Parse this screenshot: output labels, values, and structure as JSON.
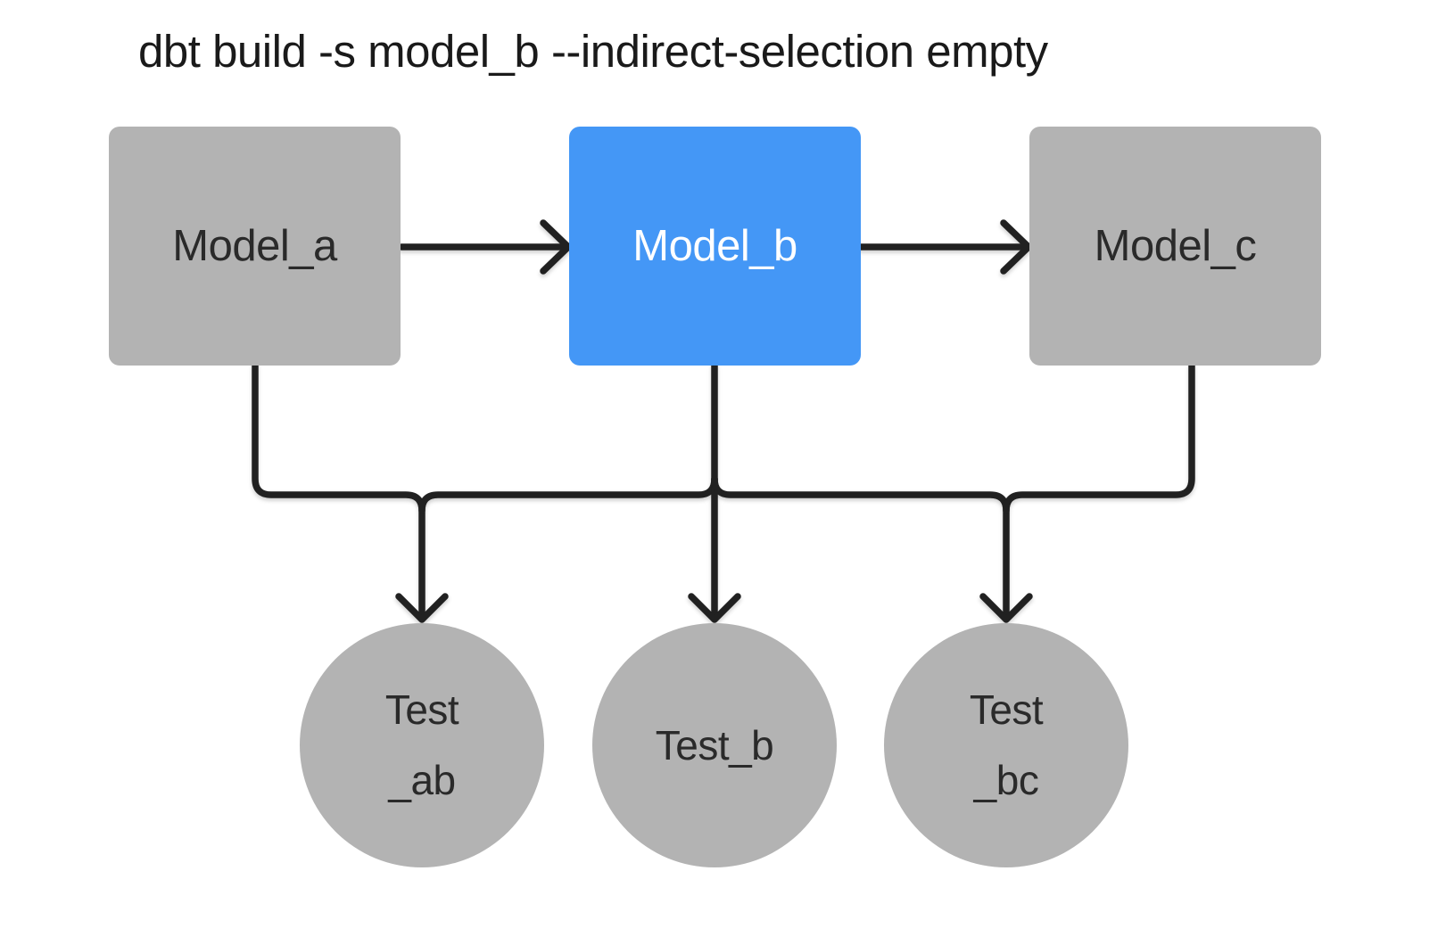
{
  "title": "dbt build -s model_b --indirect-selection empty",
  "colors": {
    "background": "#ffffff",
    "node_gray": "#b3b3b3",
    "node_selected": "#4497f6",
    "line": "#212121",
    "title_text": "#1a1a1a",
    "node_text_dark": "#2a2a2a",
    "node_text_light": "#ffffff"
  },
  "diagram": {
    "models": [
      {
        "id": "model_a",
        "label": "Model_a",
        "selected": false
      },
      {
        "id": "model_b",
        "label": "Model_b",
        "selected": true
      },
      {
        "id": "model_c",
        "label": "Model_c",
        "selected": false
      }
    ],
    "tests": [
      {
        "id": "test_ab",
        "label_lines": [
          "Test",
          "_ab"
        ]
      },
      {
        "id": "test_b",
        "label_lines": [
          "Test_b"
        ]
      },
      {
        "id": "test_bc",
        "label_lines": [
          "Test",
          "_bc"
        ]
      }
    ],
    "edges": [
      {
        "from": "model_a",
        "to": "model_b"
      },
      {
        "from": "model_b",
        "to": "model_c"
      },
      {
        "from": "model_a",
        "to": "test_ab"
      },
      {
        "from": "model_b",
        "to": "test_ab"
      },
      {
        "from": "model_b",
        "to": "test_b"
      },
      {
        "from": "model_b",
        "to": "test_bc"
      },
      {
        "from": "model_c",
        "to": "test_bc"
      }
    ]
  }
}
